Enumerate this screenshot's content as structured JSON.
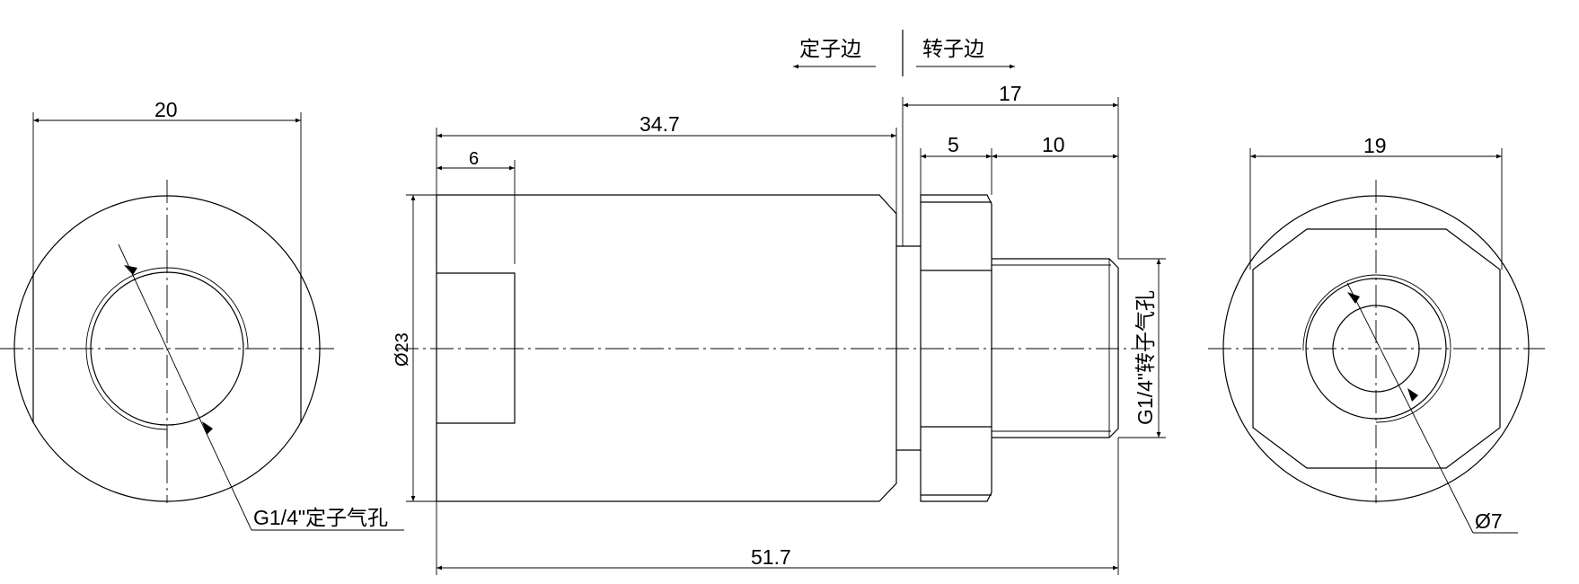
{
  "direction_labels": {
    "stator_side": "定子边",
    "rotor_side": "转子边"
  },
  "dimensions": {
    "left_view_width": "20",
    "body_length": "34.7",
    "bore_depth": "6",
    "outer_diameter": "Ø23",
    "rotor_part_length": "17",
    "hex_width": "5",
    "thread_length": "10",
    "total_length": "51.7",
    "right_view_width": "19",
    "bore_diameter": "Ø7"
  },
  "callouts": {
    "stator_port": "G1/4\"定子气孔",
    "rotor_port": "G1/4\"转子气孔"
  },
  "colors": {
    "line": "#000000",
    "background": "#ffffff"
  }
}
